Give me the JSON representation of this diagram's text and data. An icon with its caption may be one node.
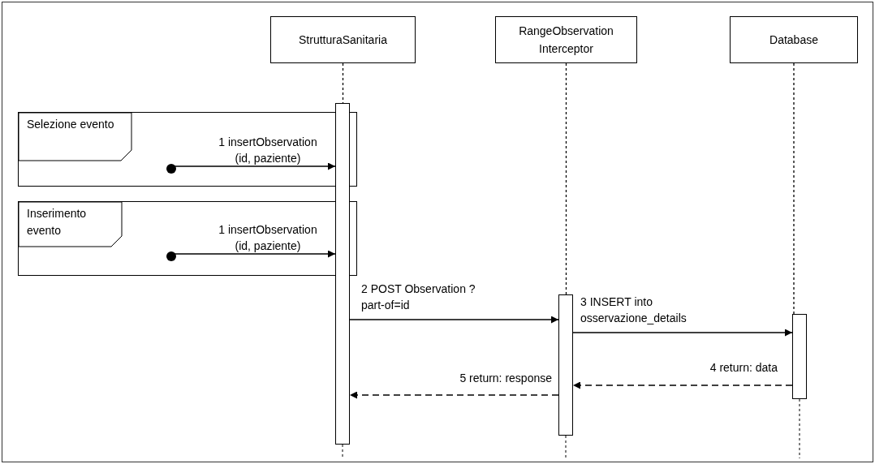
{
  "diagram": {
    "nodes": [
      {
        "text": [
          "StrutturaSanitaria"
        ]
      },
      {
        "text": [
          "RangeObservation Interceptor"
        ]
      },
      {
        "text": [
          "Database"
        ]
      },
      {
        "text": [
          "Selezione evento"
        ]
      },
      {
        "text": [
          "Inserimento evento"
        ]
      },
      {
        "text": [],
        "shape": "bar"
      },
      {
        "text": [],
        "shape": "bar"
      },
      {
        "text": [],
        "shape": "bar"
      },
      {
        "text": [],
        "shape": "circle",
        "in": 3
      },
      {
        "text": [],
        "shape": "circle",
        "in": 4
      }
    ],
    "edges": [
      {
        "from": 0,
        "to": 5,
        "arrow": "none",
        "style": "dashed"
      },
      {
        "from": 1,
        "to": 6,
        "arrow": "none",
        "style": "dashed"
      },
      {
        "from": 2,
        "to": 7,
        "arrow": "none",
        "style": "dashed"
      },
      {
        "from": 8,
        "to": 5,
        "arrow": "to",
        "label": "1 insertObservation (id, paziente)"
      },
      {
        "from": 9,
        "to": 5,
        "arrow": "to",
        "label": "1 insertObservation (id, paziente)"
      },
      {
        "from": 5,
        "to": 6,
        "arrow": "to",
        "label": "2 POST Observation ?part-of=id"
      },
      {
        "from": 6,
        "to": 7,
        "arrow": "to",
        "label": "3 INSERT into osservazione_details"
      },
      {
        "from": 7,
        "to": 6,
        "arrow": "to",
        "label": "4 return: data",
        "style": "dashed"
      },
      {
        "from": 6,
        "to": 5,
        "arrow": "to",
        "label": "5 return: response",
        "style": "dashed"
      }
    ]
  }
}
